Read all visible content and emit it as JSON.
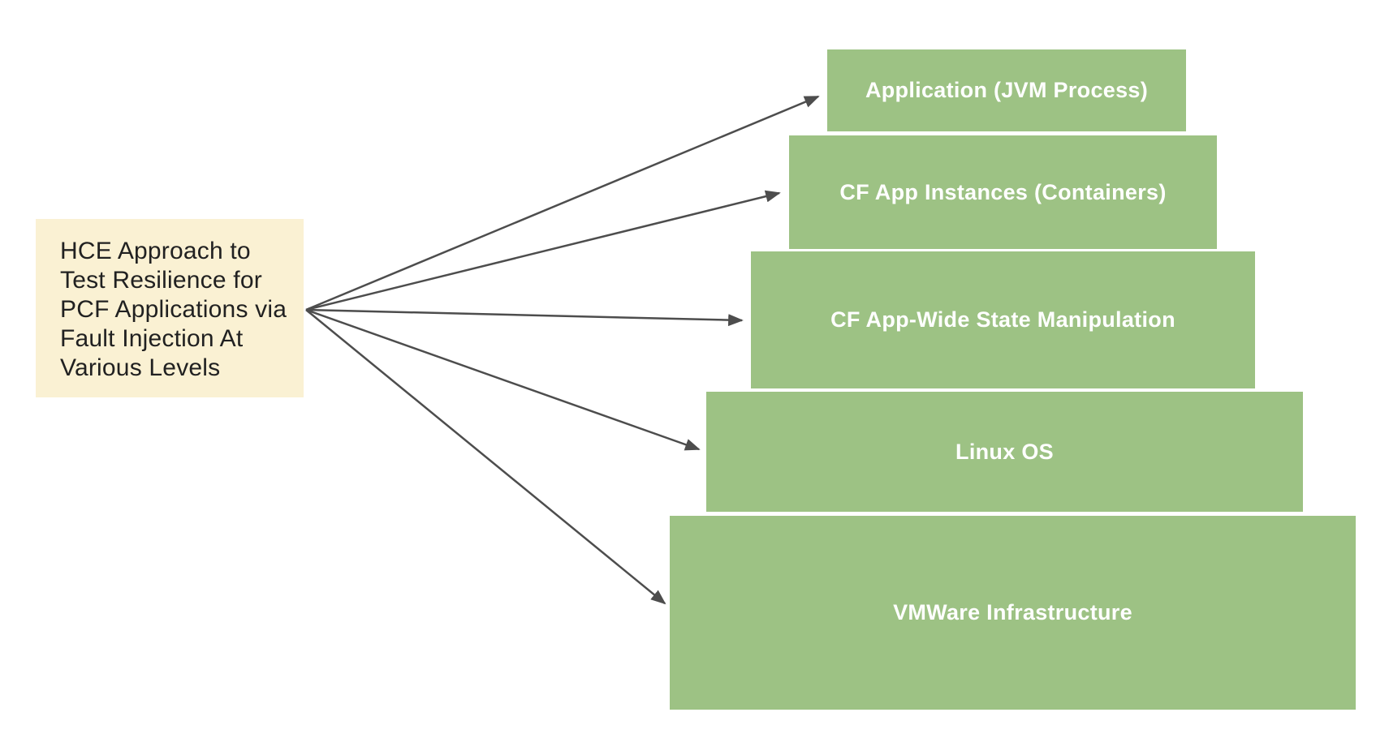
{
  "diagram": {
    "source": {
      "lines": [
        "HCE Approach to",
        "Test Resilience for",
        "PCF Applications via",
        "Fault Injection At",
        "Various Levels"
      ],
      "bg_color": "#FAF1D3",
      "text_color": "#212121"
    },
    "levels": [
      {
        "id": "application",
        "label": "Application (JVM Process)"
      },
      {
        "id": "cf-app-instances",
        "label": "CF App Instances (Containers)"
      },
      {
        "id": "cf-app-wide-state",
        "label": "CF App-Wide State Manipulation"
      },
      {
        "id": "linux-os",
        "label": "Linux OS"
      },
      {
        "id": "vmware-infrastructure",
        "label": "VMWare Infrastructure"
      }
    ],
    "colors": {
      "level_bg": "#9DC284",
      "level_text": "#FFFFFF",
      "arrow": "#4D4D4D",
      "source_bg": "#FAF1D3",
      "canvas_bg": "#FFFFFF"
    }
  }
}
